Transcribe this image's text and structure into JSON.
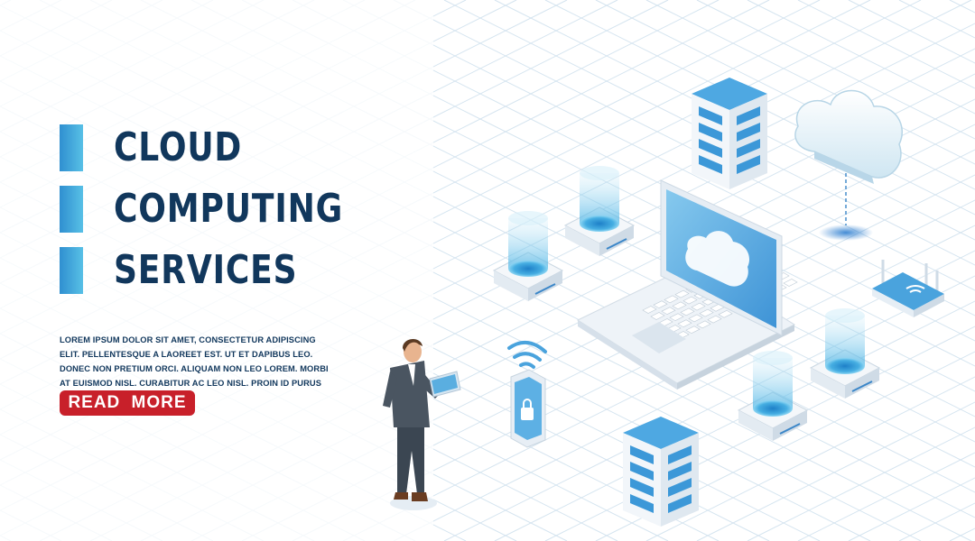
{
  "hero": {
    "title_lines": [
      "CLOUD",
      "COMPUTING",
      "SERVICES"
    ],
    "body_text": "LOREM IPSUM DOLOR SIT AMET, CONSECTETUR ADIPISCING ELIT. PELLENTESQUE A LAOREET EST. UT ET DAPIBUS LEO. DONEC NON PRETIUM ORCI. ALIQUAM NON LEO LOREM. MORBI AT EUISMOD NISL. CURABITUR AC LEO NISL. PROIN ID PURUS QUAM.",
    "cta_label": "READ MORE"
  },
  "colors": {
    "title": "#11375c",
    "accent_bar": "#2f8fd0",
    "cta_background": "#c8202a",
    "grid_line": "#d3e3ef",
    "screen_blue": "#5aaee0"
  },
  "illustration": {
    "elements": [
      "cloud-icon",
      "server-rack-icon",
      "database-cylinder-icon",
      "laptop-icon",
      "wifi-router-icon",
      "smartphone-lock-icon",
      "businessman-figure"
    ]
  }
}
